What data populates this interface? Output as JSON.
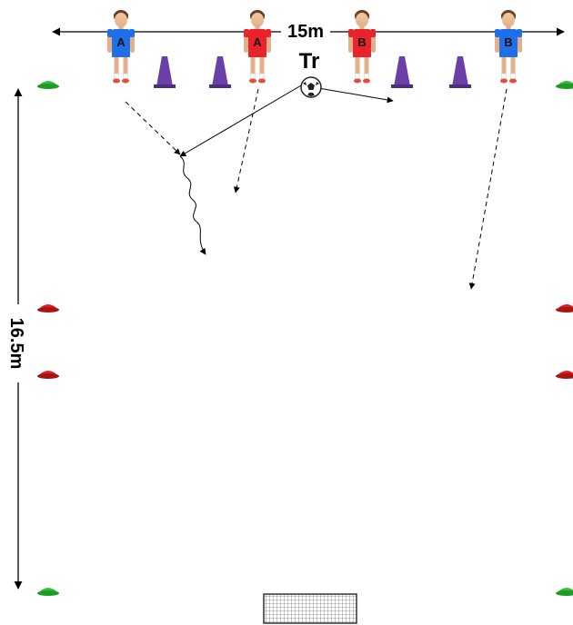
{
  "labels": {
    "width_label": "15m",
    "length_label": "16.5m",
    "trainer_label": "Tr"
  },
  "players": [
    {
      "team": "A",
      "jersey_color": "#1e6fe8"
    },
    {
      "team": "A",
      "jersey_color": "#e8232a"
    },
    {
      "team": "B",
      "jersey_color": "#e8232a"
    },
    {
      "team": "B",
      "jersey_color": "#1e6fe8"
    }
  ],
  "colors": {
    "cone_purple": "#6a3fa8",
    "marker_green": "#2fc236",
    "marker_red": "#e02020",
    "line": "#000000"
  },
  "icons": [
    "soccer-ball-icon",
    "cone-icon",
    "marker-disc-icon",
    "goal-icon",
    "player-icon"
  ]
}
